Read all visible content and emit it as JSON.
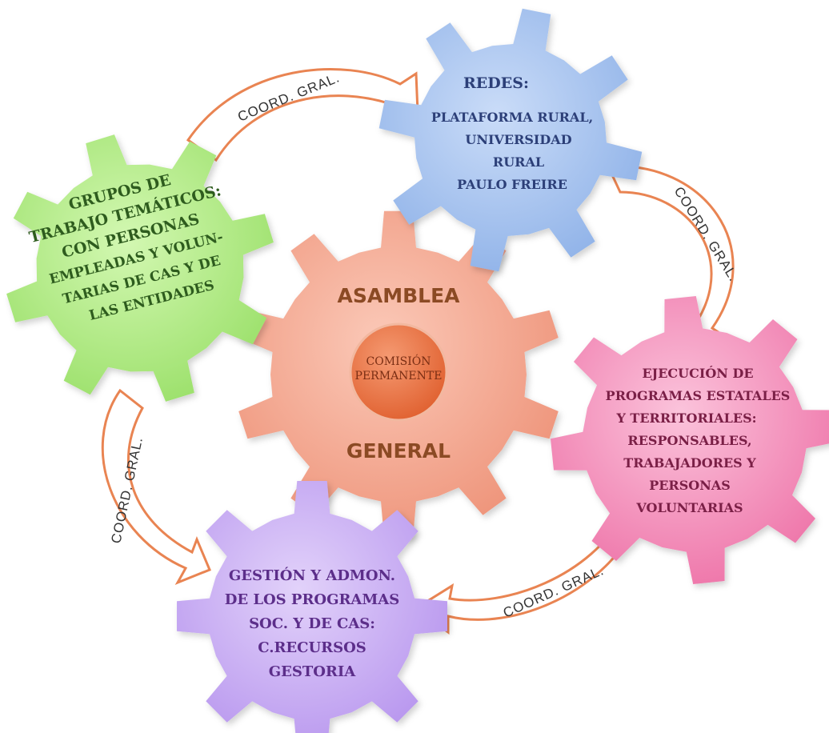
{
  "colors": {
    "center_gear": "#F4A690",
    "center_circle": "#E8703F",
    "redes_gear": "#A9C6F0",
    "grupos_gear": "#B7EE8A",
    "ejecucion_gear": "#F28FB9",
    "gestion_gear": "#C9ADF3",
    "arrow_fill": "#ffffff",
    "arrow_stroke": "#E98452",
    "center_text": "#8B4A24",
    "redes_text": "#2C3F78",
    "grupos_text": "#2E5C1E",
    "ejecucion_text": "#7A1F46",
    "gestion_text": "#5C2E8A"
  },
  "center": {
    "title_top": "ASAMBLEA",
    "title_bottom": "GENERAL",
    "inner_line1": "COMISIÓN",
    "inner_line2": "PERMANENTE"
  },
  "redes": {
    "title": "REDES:",
    "lines": [
      "PLATAFORMA  RURAL,",
      "UNIVERSIDAD",
      "RURAL",
      "PAULO  FREIRE"
    ]
  },
  "grupos": {
    "lines": [
      "GRUPOS DE",
      "TRABAJO TEMÁTICOS:",
      "CON PERSONAS",
      "EMPLEADAS Y  VOLUN-",
      "TARIAS  DE CAS  Y DE",
      "LAS ENTIDADES"
    ]
  },
  "ejecucion": {
    "lines": [
      "EJECUCIÓN DE",
      "PROGRAMAS ESTATALES",
      "Y  TERRITORIALES:",
      "RESPONSABLES,",
      "TRABAJADORES Y",
      "PERSONAS",
      "VOLUNTARIAS"
    ]
  },
  "gestion": {
    "lines": [
      "GESTIÓN Y ADMON.",
      "DE LOS PROGRAMAS",
      "SOC. Y DE CAS:",
      "C.RECURSOS",
      "GESTORIA"
    ]
  },
  "arrows": {
    "top_label": "COORD. GRAL.",
    "right_label": "COORD. GRAL.",
    "bottom_label": "COORD. GRAL.",
    "left_label": "COORD. GRAL."
  }
}
